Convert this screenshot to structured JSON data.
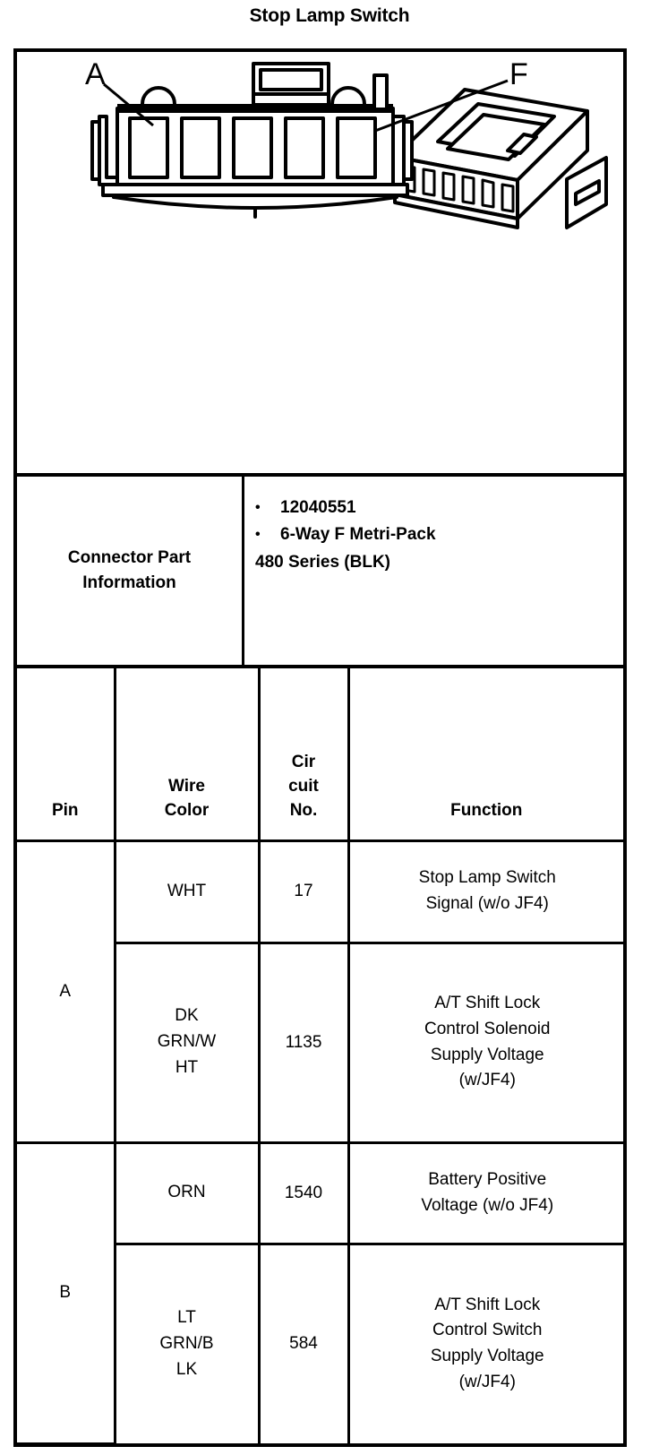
{
  "title": "Stop Lamp Switch",
  "illustration": {
    "pin_labels": [
      {
        "text": "A"
      },
      {
        "text": "F"
      }
    ],
    "cavity_count": 6
  },
  "part_info": {
    "label_line1": "Connector Part",
    "label_line2": "Information",
    "bullets": [
      {
        "text": "12040551",
        "wrap": ""
      },
      {
        "text": "6-Way F Metri-Pack",
        "wrap": "480 Series (BLK)"
      }
    ]
  },
  "pin_table": {
    "headers": {
      "pin": "Pin",
      "wire_color_line1": "Wire",
      "wire_color_line2": "Color",
      "circuit_line1": "Cir",
      "circuit_line2": "cuit",
      "circuit_line3": "No.",
      "function": "Function"
    },
    "groups": [
      {
        "pin": "A",
        "rows": [
          {
            "color_lines": [
              "WHT"
            ],
            "circuit": "17",
            "function_lines": [
              "Stop Lamp Switch",
              "Signal (w/o JF4)"
            ]
          },
          {
            "color_lines": [
              "DK",
              "GRN/W",
              "HT"
            ],
            "circuit": "1135",
            "function_lines": [
              "A/T Shift Lock",
              "Control Solenoid",
              "Supply Voltage",
              "(w/JF4)"
            ]
          }
        ]
      },
      {
        "pin": "B",
        "rows": [
          {
            "color_lines": [
              "ORN"
            ],
            "circuit": "1540",
            "function_lines": [
              "Battery Positive",
              "Voltage (w/o JF4)"
            ]
          },
          {
            "color_lines": [
              "LT",
              "GRN/B",
              "LK"
            ],
            "circuit": "584",
            "function_lines": [
              "A/T Shift Lock",
              "Control Switch",
              "Supply Voltage",
              "(w/JF4)"
            ]
          }
        ]
      }
    ]
  },
  "colors": {
    "ink": "#000000",
    "paper": "#ffffff"
  }
}
